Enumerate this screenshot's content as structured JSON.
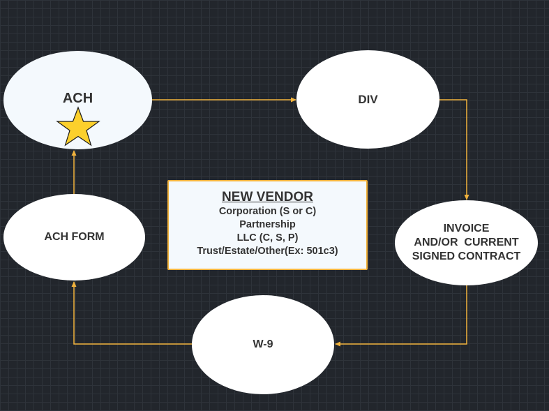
{
  "diagram": {
    "colors": {
      "background": "#22262c",
      "grid": "#2e333a",
      "connector": "#f2b33d",
      "node_fill": "#ffffff",
      "node_fill_alt": "#f4f9fd",
      "text": "#333333",
      "star_fill": "#fcd02c"
    },
    "nodes": {
      "ach": {
        "label": "ACH",
        "icon": "star-icon"
      },
      "div": {
        "label": "DIV"
      },
      "invoice": {
        "lines": [
          "INVOICE",
          "AND/OR  CURRENT",
          "SIGNED CONTRACT"
        ]
      },
      "w9": {
        "label": "W-9"
      },
      "ach_form": {
        "label": "ACH FORM"
      }
    },
    "new_vendor": {
      "title": "NEW VENDOR",
      "lines": [
        "Corporation (S or C)",
        "Partnership",
        "LLC (C, S, P)",
        "Trust/Estate/Other(Ex: 501c3)"
      ]
    },
    "flow": [
      {
        "from": "ACH",
        "to": "DIV"
      },
      {
        "from": "DIV",
        "to": "INVOICE AND/OR CURRENT SIGNED CONTRACT"
      },
      {
        "from": "INVOICE AND/OR CURRENT SIGNED CONTRACT",
        "to": "W-9"
      },
      {
        "from": "W-9",
        "to": "ACH FORM"
      },
      {
        "from": "ACH FORM",
        "to": "ACH"
      }
    ]
  }
}
